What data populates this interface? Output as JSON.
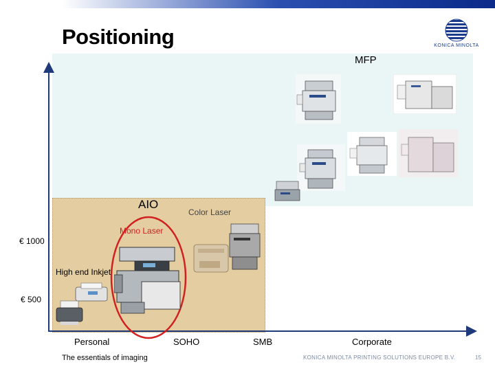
{
  "slide": {
    "title": "Positioning",
    "logo_text": "KONICA MINOLTA",
    "accent_color": "#1a3a8c"
  },
  "zones": {
    "mfp_label": "MFP",
    "aio_label": "AIO",
    "color_laser_label": "Color Laser",
    "mono_laser_label": "Mono Laser",
    "high_end_inkjet_label": "High end Inkjet",
    "mfp_color": "#eaf6f6",
    "aio_color": "#e3cda1",
    "highlight_color": "#d02020"
  },
  "y_axis": {
    "ticks": [
      "€ 1000",
      "€ 500"
    ]
  },
  "x_axis": {
    "categories": [
      "Personal",
      "SOHO",
      "SMB",
      "Corporate"
    ]
  },
  "footer": {
    "left": "The essentials of imaging",
    "right": "KONICA MINOLTA PRINTING SOLUTIONS EUROPE B.V.",
    "page": "15"
  }
}
